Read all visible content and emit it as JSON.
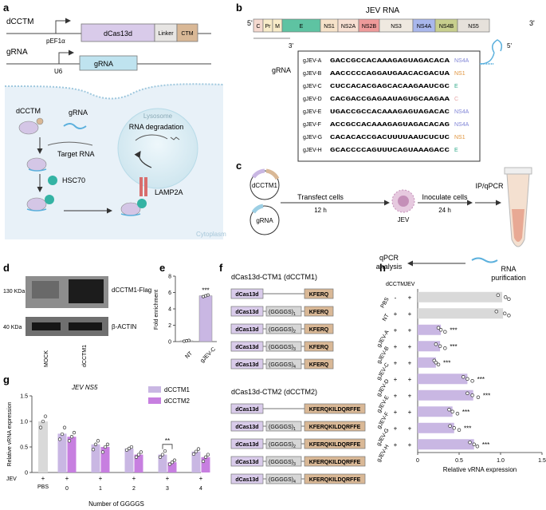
{
  "panel_labels": {
    "a": "a",
    "b": "b",
    "c": "c",
    "d": "d",
    "e": "e",
    "f": "f",
    "g": "g",
    "h": "h"
  },
  "panel_a": {
    "construct1_name": "dCCTM",
    "promoter1": "pEF1α",
    "blocks1": [
      "dCas13d",
      "Linker",
      "CTM"
    ],
    "construct2_name": "gRNA",
    "promoter2": "U6",
    "block2": "gRNA",
    "cell": {
      "dcctm": "dCCTM",
      "grna": "gRNA",
      "target_rna": "Target RNA",
      "hsc70": "HSC70",
      "lysosome": "Lysosome",
      "rna_degradation": "RNA degradation",
      "lamp2a": "LAMP2A",
      "cytoplasm": "Cytoplasm"
    }
  },
  "panel_b": {
    "title": "JEV RNA",
    "end5": "5'",
    "end3": "3'",
    "genes": [
      {
        "name": "C",
        "color": "#f5d9cf"
      },
      {
        "name": "Pr",
        "color": "#f8ebc8"
      },
      {
        "name": "M",
        "color": "#f8ebc8"
      },
      {
        "name": "E",
        "color": "#5ec3a2"
      },
      {
        "name": "NS1",
        "color": "#f6e2c9"
      },
      {
        "name": "NS2A",
        "color": "#f7dfd2"
      },
      {
        "name": "NS2B",
        "color": "#ee9a9a"
      },
      {
        "name": "NS3",
        "color": "#efe9e0"
      },
      {
        "name": "NS4A",
        "color": "#a9b7ec"
      },
      {
        "name": "NS4B",
        "color": "#c8cf8e"
      },
      {
        "name": "NS5",
        "color": "#e6e1db"
      }
    ],
    "grna_label": "gRNA",
    "lower_3": "3'",
    "lower_5": "5'",
    "guides": [
      {
        "name": "gJEV-A",
        "seq": "GACCGCCACAAAGAGUAGACACA",
        "target": "NS4A",
        "color": "#7f84d6"
      },
      {
        "name": "gJEV-B",
        "seq": "AACCCCCAGGAUGAACACGACUA",
        "target": "NS1",
        "color": "#e0943c"
      },
      {
        "name": "gJEV-C",
        "seq": "CUCCACACGAGCACAAGAAUCGC",
        "target": "E",
        "color": "#2fa88a"
      },
      {
        "name": "gJEV-D",
        "seq": "CACGACCGAGAAUAGUGCAAGAA",
        "target": "C",
        "color": "#e6a4a4"
      },
      {
        "name": "gJEV-E",
        "seq": "UGACCGCCACAAAGAGUAGACAC",
        "target": "NS4A",
        "color": "#7f84d6"
      },
      {
        "name": "gJEV-F",
        "seq": "ACCGCCACAAAGAGUAGACACAG",
        "target": "NS4A",
        "color": "#7f84d6"
      },
      {
        "name": "gJEV-G",
        "seq": "CACACACCGACUUUUAAUCUCUC",
        "target": "NS1",
        "color": "#e0943c"
      },
      {
        "name": "gJEV-H",
        "seq": "GCACCCCAGUUUCAGUAAAGACC",
        "target": "E",
        "color": "#2fa88a"
      }
    ]
  },
  "panel_c": {
    "plasmid1": "dCCTM1",
    "plasmid2": "gRNA",
    "step1": "Transfect  cells",
    "time1": "12 h",
    "virus": "JEV",
    "step2": "Inoculate cells",
    "time2": "24 h",
    "step3": "IP/qPCR",
    "step4": "RNA\npurification",
    "step5": "qPCR\nanalysis"
  },
  "panel_d": {
    "mw_top": "130 KDa",
    "mw_bottom": "40 KDa",
    "band_top": "dCCTM1-Flag",
    "band_bottom": "β-ACTIN",
    "lanes": [
      "MOCK",
      "dCCTM1"
    ]
  },
  "panel_f": {
    "group1_title": "dCas13d-CTM1 (dCCTM1)",
    "group2_title": "dCas13d-CTM2 (dCCTM2)",
    "dcas": "dCas13d",
    "ctm1": "KFERQ",
    "ctm2": "KFERQKILDQRFFE",
    "linker": "(GGGGS)",
    "linker_reps": [
      "",
      "1",
      "2",
      "3",
      "4"
    ]
  },
  "chart_data": [
    {
      "id": "e",
      "type": "bar",
      "ylabel": "Fold enrichment",
      "categories": [
        "NT",
        "gJEV-C"
      ],
      "values": [
        0.1,
        5.6
      ],
      "points": [
        [
          0.05,
          0.1,
          0.15
        ],
        [
          5.5,
          5.6,
          5.7
        ]
      ],
      "ylim": [
        0,
        8
      ],
      "yticks": [
        "0",
        "2",
        "4",
        "6",
        "8"
      ],
      "annotation": "***",
      "colors": [
        "#d9d9d9",
        "#c9b7e3"
      ]
    },
    {
      "id": "g",
      "type": "bar",
      "title": "JEV NS5",
      "ylabel": "Relative vRNA expression",
      "xlabel": "Number of GGGGS",
      "ylim": [
        0,
        1.5
      ],
      "yticks": [
        "0",
        "0.5",
        "1.0",
        "1.5"
      ],
      "legend": [
        "dCCTM1",
        "dCCTM2"
      ],
      "legend_colors": [
        "#c9b7e3",
        "#c77fe0"
      ],
      "row1_label": "JEV",
      "row2_label": "PBS",
      "pbs_value": 1.0,
      "pbs_points": [
        0.88,
        1.0,
        1.1
      ],
      "categories": [
        "0",
        "1",
        "2",
        "3",
        "4"
      ],
      "plus": "+",
      "series": [
        {
          "name": "dCCTM1",
          "values": [
            0.76,
            0.55,
            0.47,
            0.35,
            0.41
          ],
          "points": [
            [
              0.65,
              0.75,
              0.88
            ],
            [
              0.45,
              0.55,
              0.62
            ],
            [
              0.44,
              0.47,
              0.5
            ],
            [
              0.3,
              0.35,
              0.42
            ],
            [
              0.36,
              0.41,
              0.46
            ]
          ]
        },
        {
          "name": "dCCTM2",
          "values": [
            0.7,
            0.5,
            0.35,
            0.2,
            0.3
          ],
          "points": [
            [
              0.62,
              0.7,
              0.78
            ],
            [
              0.4,
              0.5,
              0.55
            ],
            [
              0.3,
              0.35,
              0.4
            ],
            [
              0.16,
              0.2,
              0.24
            ],
            [
              0.22,
              0.3,
              0.35
            ]
          ]
        }
      ],
      "annotation": "**"
    },
    {
      "id": "h",
      "type": "bar",
      "orientation": "horizontal",
      "xlabel": "Relative vRNA expression",
      "xlim": [
        0,
        1.5
      ],
      "xticks": [
        "0",
        "0.5",
        "1.0",
        "1.5"
      ],
      "header": [
        "dCCTM",
        "JEV"
      ],
      "categories": [
        "PBS",
        "NT",
        "gJEV-A",
        "gJEV-B",
        "gJEV-C",
        "gJEV-D",
        "gJEV-E",
        "gJEV-F",
        "gJEV-G",
        "gJEV-H"
      ],
      "col1": [
        "-",
        "+",
        "+",
        "+",
        "+",
        "+",
        "+",
        "+",
        "+",
        "+"
      ],
      "col2": [
        "+",
        "+",
        "+",
        "+",
        "+",
        "+",
        "+",
        "+",
        "+",
        "+"
      ],
      "values": [
        1.02,
        1.03,
        0.28,
        0.27,
        0.22,
        0.6,
        0.67,
        0.42,
        0.44,
        0.68
      ],
      "points": [
        [
          0.97,
          1.06,
          1.1
        ],
        [
          0.95,
          1.05,
          1.1
        ],
        [
          0.25,
          0.28,
          0.33
        ],
        [
          0.22,
          0.27,
          0.33
        ],
        [
          0.2,
          0.22,
          0.25
        ],
        [
          0.55,
          0.6,
          0.66
        ],
        [
          0.6,
          0.66,
          0.73
        ],
        [
          0.38,
          0.42,
          0.48
        ],
        [
          0.39,
          0.44,
          0.5
        ],
        [
          0.63,
          0.68,
          0.72
        ]
      ],
      "stars": [
        "",
        "",
        "***",
        "***",
        "***",
        "***",
        "***",
        "***",
        "***",
        "***"
      ],
      "colors": [
        "#d9d9d9",
        "#c9b7e3"
      ]
    }
  ]
}
